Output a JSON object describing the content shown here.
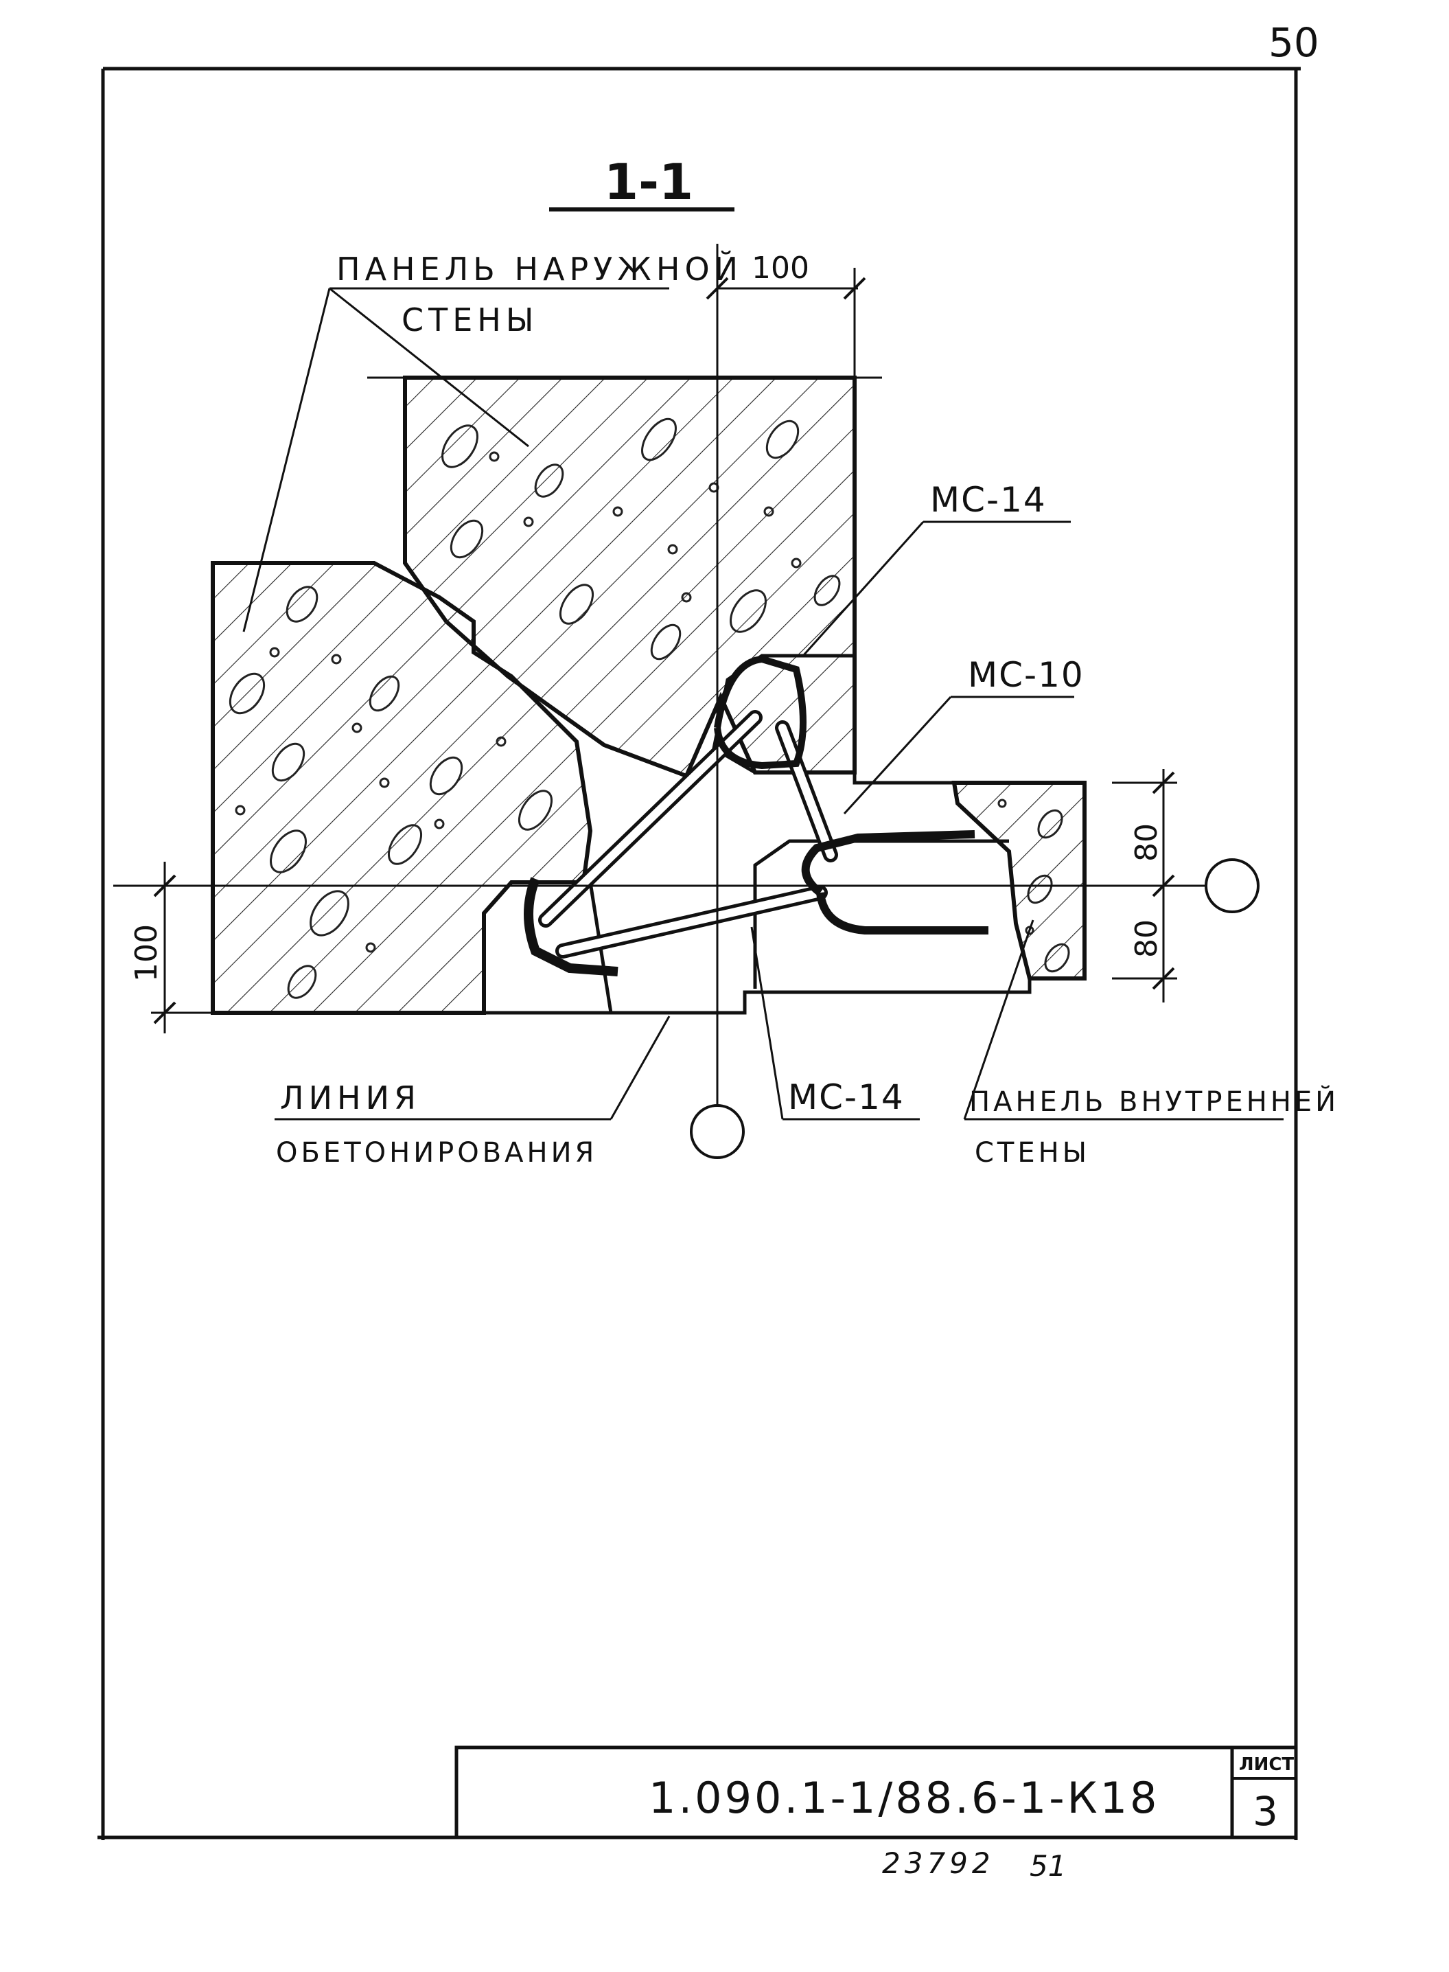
{
  "sheet_number_top": "50",
  "section_title": "1-1",
  "labels": {
    "outer_panel_line1": "ПАНЕЛЬ НАРУЖНОЙ",
    "outer_panel_line2": "СТЕНЫ",
    "inner_panel_line1": "ПАНЕЛЬ ВНУТРЕННЕЙ",
    "inner_panel_line2": "СТЕНЫ",
    "concrete_line_line1": "ЛИНИЯ",
    "concrete_line_line2": "ОБЕТОНИРОВАНИЯ",
    "mark_ms14_top": "МС-14",
    "mark_ms10": "МС-10",
    "mark_ms14_bottom": "МС-14"
  },
  "dimensions": {
    "top": "100",
    "left": "100",
    "right_upper": "80",
    "right_lower": "80"
  },
  "title_block": {
    "document_code": "1.090.1-1/88.6-1-К18",
    "sheet_label": "ЛИСТ",
    "sheet_value": "3"
  },
  "footer": {
    "inventory_number": "23792",
    "page_number": "51"
  }
}
